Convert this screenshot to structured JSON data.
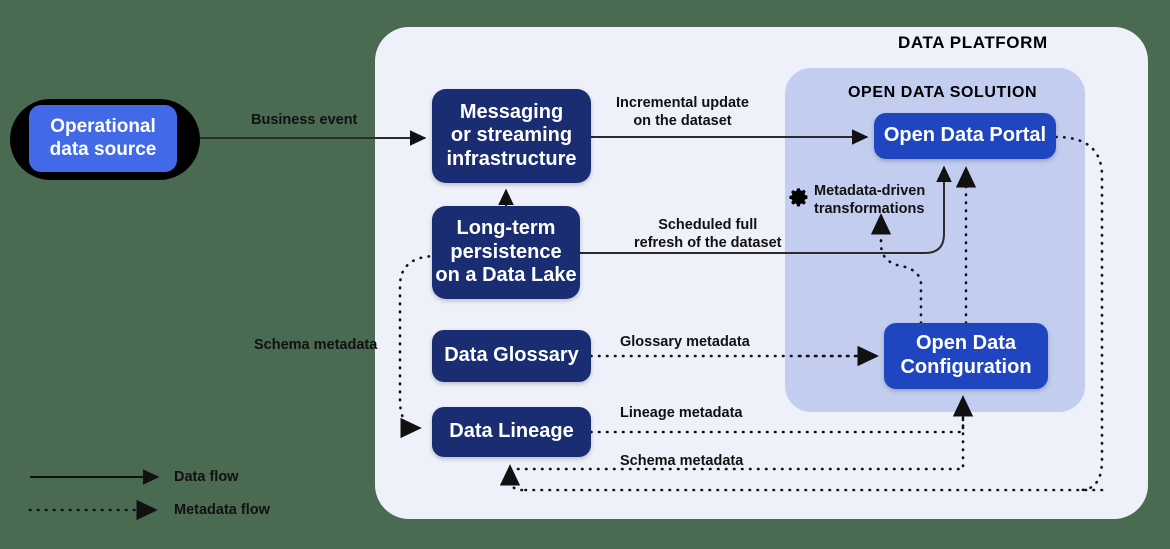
{
  "panels": {
    "platform_title": "DATA PLATFORM",
    "solution_title": "OPEN DATA SOLUTION"
  },
  "nodes": {
    "source": "Operational\ndata source",
    "messaging": "Messaging\nor streaming\ninfrastructure",
    "lake": "Long-term\npersistence\non a Data Lake",
    "glossary": "Data Glossary",
    "lineage": "Data Lineage",
    "portal": "Open Data Portal",
    "config": "Open Data\nConfiguration"
  },
  "edges": {
    "business_event": "Business event",
    "incremental": "Incremental update\non the dataset",
    "scheduled": "Scheduled full\nrefresh of the dataset",
    "glossary_metadata": "Glossary metadata",
    "lineage_metadata": "Lineage metadata",
    "schema_metadata_bottom": "Schema metadata",
    "schema_metadata_left": "Schema metadata",
    "transformations": "Metadata-driven\ntransformations"
  },
  "legend": {
    "data_flow": "Data flow",
    "metadata_flow": "Metadata flow"
  },
  "colors": {
    "background": "#4a6a51",
    "platform_panel": "#eef1fa",
    "solution_panel": "#c3cdf0",
    "navy_node": "#1a2d73",
    "royal_node": "#2045c0",
    "source_node": "#4169e8",
    "source_blob": "#000000",
    "line": "#2b2b2b"
  }
}
